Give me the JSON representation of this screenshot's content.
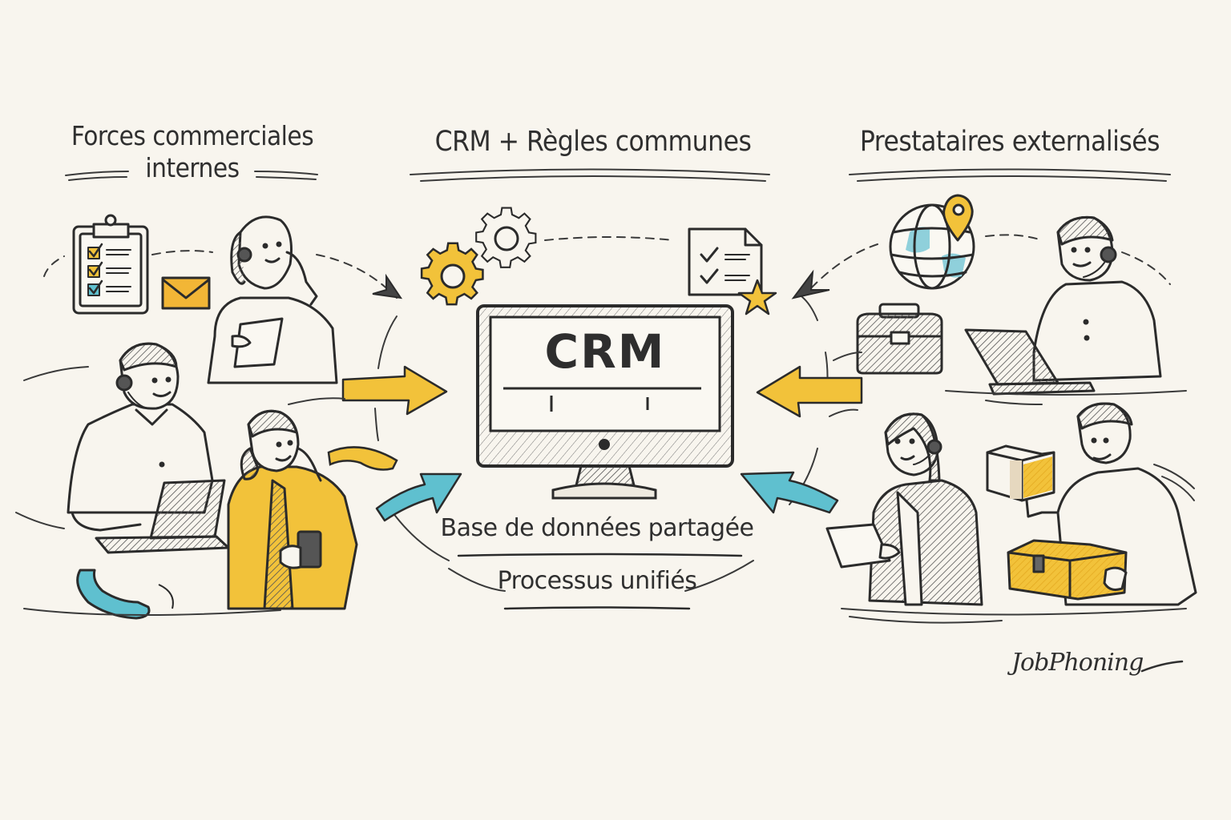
{
  "headings": {
    "left_line1": "Forces commerciales",
    "left_line2": "internes",
    "center": "CRM + Règles communes",
    "right": "Prestataires externalisés"
  },
  "center": {
    "monitor_label": "CRM",
    "label_database": "Base de données partagée",
    "label_processes": "Processus unifiés"
  },
  "brand": "JobPhoning",
  "icons": {
    "left": [
      "clipboard-checklist-icon",
      "envelope-icon",
      "phone-handset-icon"
    ],
    "center": [
      "gear-yellow-icon",
      "gear-outline-icon",
      "document-checklist-icon",
      "star-icon",
      "monitor-icon"
    ],
    "right": [
      "globe-icon",
      "location-pin-icon",
      "briefcase-icon",
      "parcel-box-icon"
    ]
  },
  "people": {
    "left": [
      "woman-headset-with-tablet",
      "man-headset-with-laptop",
      "woman-yellow-jacket-on-phone"
    ],
    "right": [
      "man-headset-with-laptop",
      "woman-headset-with-tablet",
      "man-holding-boxes"
    ]
  },
  "colors": {
    "background": "#f8f5ee",
    "ink": "#2b2b2b",
    "accent_yellow": "#f2c23a",
    "accent_blue": "#5fc0cf",
    "hatch_grey": "#6b6b6b"
  }
}
